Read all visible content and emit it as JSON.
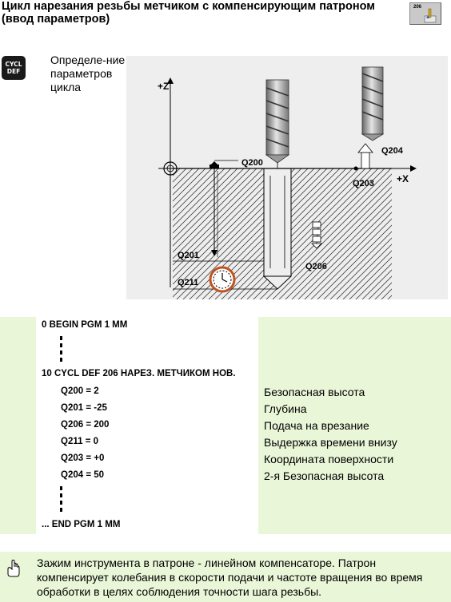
{
  "header": {
    "title": "Цикл нарезания резьбы метчиком с компенсирующим патроном (ввод параметров)",
    "softkey_label": "206",
    "softkey_icon": "tapping-softkey-icon"
  },
  "side": {
    "badge_line1": "CYCL",
    "badge_line2": "DEF",
    "text": "Определе-ние параметров цикла"
  },
  "diagram": {
    "axis_z": "+Z",
    "axis_x": "+X",
    "labels": {
      "q200": "Q200",
      "q201": "Q201",
      "q211": "Q211",
      "q206": "Q206",
      "q203": "Q203",
      "q204": "Q204"
    }
  },
  "program": {
    "line_begin": "0  BEGIN PGM 1 MM",
    "line_cycle": "10 CYCL DEF 206 НАРЕЗ. МЕТЧИКОМ НОВ.",
    "params": [
      {
        "code": "Q200 = 2",
        "desc": "Безопасная высота"
      },
      {
        "code": "Q201 = -25",
        "desc": "Глубина"
      },
      {
        "code": "Q206 = 200",
        "desc": "Подача на врезание"
      },
      {
        "code": "Q211 = 0",
        "desc": "Выдержка времени внизу"
      },
      {
        "code": "Q203 = +0",
        "desc": "Координата поверхности"
      },
      {
        "code": "Q204 = 50",
        "desc": "2-я Безопасная высота"
      }
    ],
    "line_end": "...  END PGM 1 MM"
  },
  "note": {
    "icon": "pointing-hand-icon",
    "text": "Зажим инструмента в патроне - линейном компенсаторе. Патрон компенсирует колебания в скорости подачи и частоте вращения во время обработки в целях соблюдения точности шага резьбы."
  },
  "colors": {
    "panel_green": "#eaf6d8",
    "diagram_bg": "#eeeeee",
    "dwell_ring": "#c0531e"
  }
}
